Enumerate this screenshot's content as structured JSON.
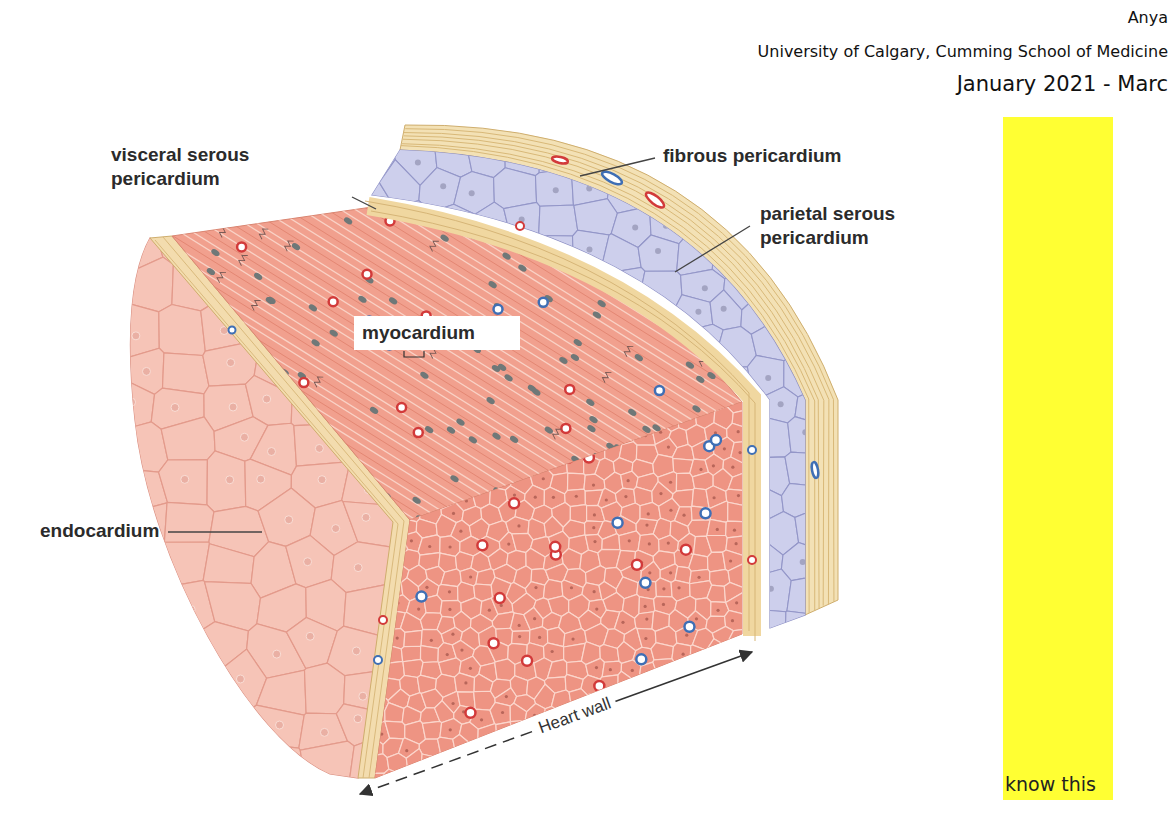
{
  "diagram": {
    "nodes": [
      {
        "text": [
          "myocardium"
        ]
      },
      {
        "text": [
          "know this"
        ]
      }
    ],
    "labels": [
      "Anya",
      "University of Calgary, Cumming School of Medicine",
      "January 2021 - Marc",
      "visceral serous pericardium",
      "fibrous pericardium",
      "parietal serous pericardium",
      "endocardium",
      "Heart wall"
    ]
  }
}
